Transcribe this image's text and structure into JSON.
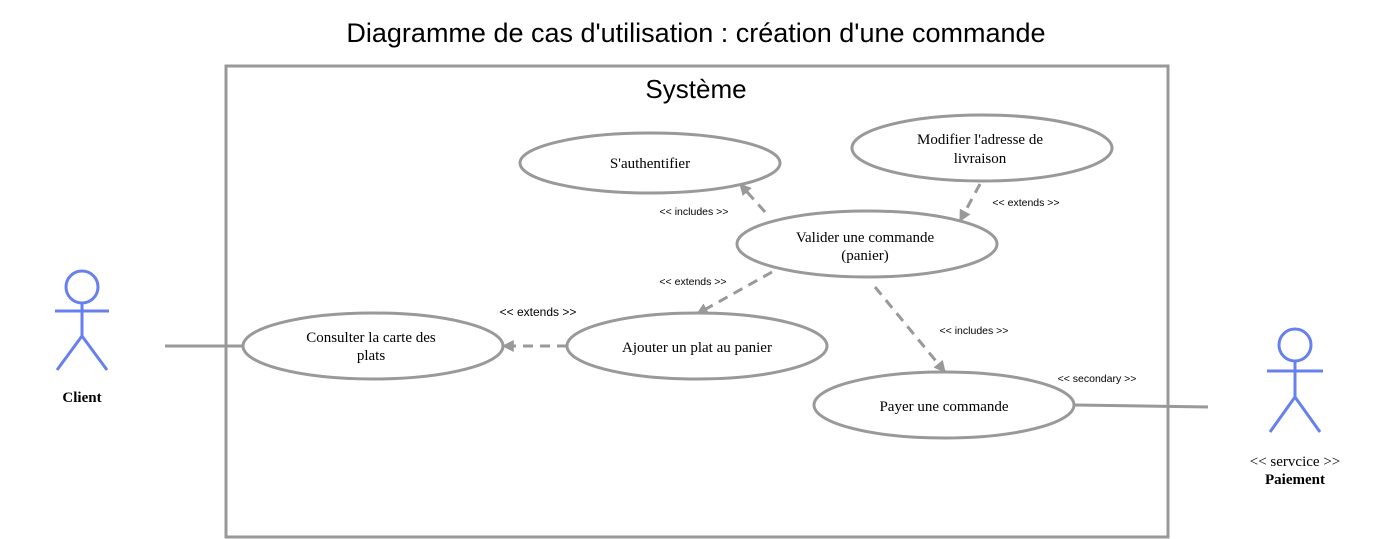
{
  "title": "Diagramme de cas d'utilisation : création d'une commande",
  "system": {
    "label": "Système"
  },
  "actors": {
    "client": {
      "label": "Client"
    },
    "paiement": {
      "line1": "<< servcice >>",
      "line2": "Paiement"
    }
  },
  "use_cases": {
    "authentifier": {
      "line1": "S'authentifier"
    },
    "modifier": {
      "line1": "Modifier l'adresse de",
      "line2": "livraison"
    },
    "valider": {
      "line1": "Valider une commande",
      "line2": "(panier)"
    },
    "consulter": {
      "line1": "Consulter la carte des",
      "line2": "plats"
    },
    "ajouter": {
      "line1": "Ajouter un plat au panier"
    },
    "payer": {
      "line1": "Payer une commande"
    }
  },
  "relations": {
    "valider_includes_auth": "<< includes >>",
    "modifier_extends_valider": "<< extends >>",
    "valider_extends_ajouter": "<< extends >>",
    "ajouter_extends_consulter": "<< extends >>",
    "valider_includes_payer": "<< includes >>",
    "paiement_secondary": "<< secondary >>"
  },
  "colors": {
    "stroke": "#999999",
    "actor": "#6680ee",
    "text": "#000000"
  }
}
